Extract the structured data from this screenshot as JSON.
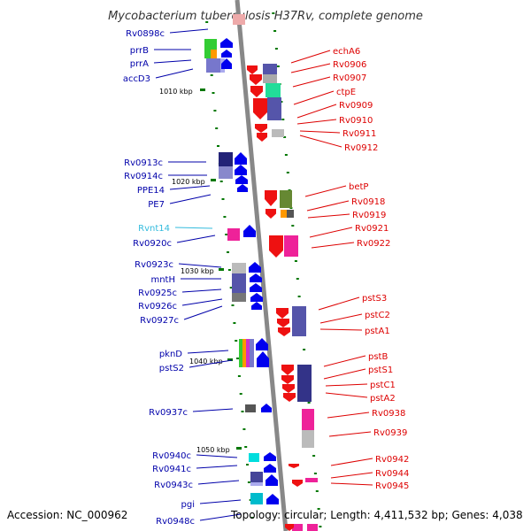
{
  "title": "Mycobacterium tuberculosis H37Rv, complete genome",
  "footer": {
    "accession": "Accession: NC_000962",
    "summary": "Topology: circular; Length: 4,411,532 bp; Genes: 4,038"
  },
  "colors": {
    "left_label": "#0000aa",
    "left_label_rna": "#33bbdd",
    "right_label": "#dd0000",
    "minus_strand_arrow": "#0000ee",
    "plus_strand_arrow": "#ee1111",
    "backbone": "#888888",
    "tick": "#007700"
  },
  "scale_labels": [
    "1010 kbp",
    "1020 kbp",
    "1030 kbp",
    "1040 kbp",
    "1050 kbp"
  ],
  "left_genes": [
    {
      "name": "Rv0898c",
      "color": "left_label"
    },
    {
      "name": "prrB",
      "color": "left_label"
    },
    {
      "name": "prrA",
      "color": "left_label"
    },
    {
      "name": "accD3",
      "color": "left_label"
    },
    {
      "name": "Rv0913c",
      "color": "left_label"
    },
    {
      "name": "Rv0914c",
      "color": "left_label"
    },
    {
      "name": "PPE14",
      "color": "left_label"
    },
    {
      "name": "PE7",
      "color": "left_label"
    },
    {
      "name": "Rvnt14",
      "color": "left_label_rna"
    },
    {
      "name": "Rv0920c",
      "color": "left_label"
    },
    {
      "name": "Rv0923c",
      "color": "left_label"
    },
    {
      "name": "mntH",
      "color": "left_label"
    },
    {
      "name": "Rv0925c",
      "color": "left_label"
    },
    {
      "name": "Rv0926c",
      "color": "left_label"
    },
    {
      "name": "Rv0927c",
      "color": "left_label"
    },
    {
      "name": "pknD",
      "color": "left_label"
    },
    {
      "name": "pstS2",
      "color": "left_label"
    },
    {
      "name": "Rv0937c",
      "color": "left_label"
    },
    {
      "name": "Rv0940c",
      "color": "left_label"
    },
    {
      "name": "Rv0941c",
      "color": "left_label"
    },
    {
      "name": "Rv0943c",
      "color": "left_label"
    },
    {
      "name": "pgi",
      "color": "left_label"
    },
    {
      "name": "Rv0948c",
      "color": "left_label"
    }
  ],
  "right_genes": [
    {
      "name": "echA6"
    },
    {
      "name": "Rv0906"
    },
    {
      "name": "Rv0907"
    },
    {
      "name": "ctpE"
    },
    {
      "name": "Rv0909"
    },
    {
      "name": "Rv0910"
    },
    {
      "name": "Rv0911"
    },
    {
      "name": "Rv0912"
    },
    {
      "name": "betP"
    },
    {
      "name": "Rv0918"
    },
    {
      "name": "Rv0919"
    },
    {
      "name": "Rv0921"
    },
    {
      "name": "Rv0922"
    },
    {
      "name": "pstS3"
    },
    {
      "name": "pstC2"
    },
    {
      "name": "pstA1"
    },
    {
      "name": "pstB"
    },
    {
      "name": "pstS1"
    },
    {
      "name": "pstC1"
    },
    {
      "name": "pstA2"
    },
    {
      "name": "Rv0938"
    },
    {
      "name": "Rv0939"
    },
    {
      "name": "Rv0942"
    },
    {
      "name": "Rv0944"
    },
    {
      "name": "Rv0945"
    }
  ]
}
